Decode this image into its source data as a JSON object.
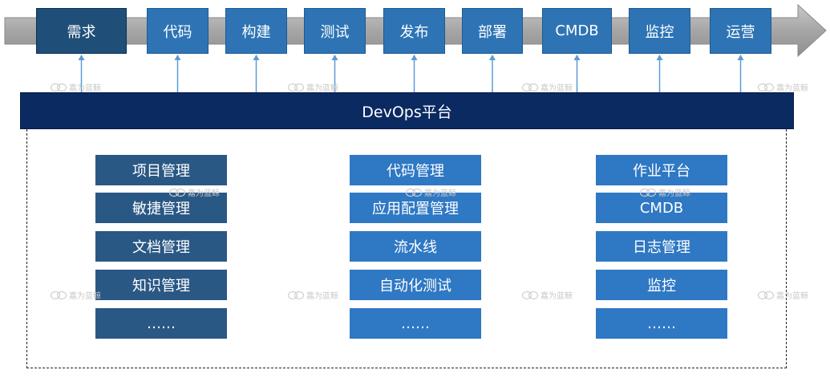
{
  "pipeline": {
    "stages": [
      "需求",
      "代码",
      "构建",
      "测试",
      "发布",
      "部署",
      "CMDB",
      "监控",
      "运营"
    ]
  },
  "platform": {
    "label": "DevOps平台"
  },
  "columns": [
    {
      "items": [
        "项目管理",
        "敏捷管理",
        "文档管理",
        "知识管理",
        "……"
      ]
    },
    {
      "items": [
        "代码管理",
        "应用配置管理",
        "流水线",
        "自动化测试",
        "……"
      ]
    },
    {
      "items": [
        "作业平台",
        "CMDB",
        "日志管理",
        "监控",
        "……"
      ]
    }
  ],
  "watermark": {
    "text": "嘉为蓝鲸"
  },
  "colors": {
    "arrow": "#a6a6a6",
    "stage_dark": "#1f4e79",
    "stage_mid": "#2e74b5",
    "platform": "#0b2a62",
    "connector": "#5b9bd5"
  }
}
